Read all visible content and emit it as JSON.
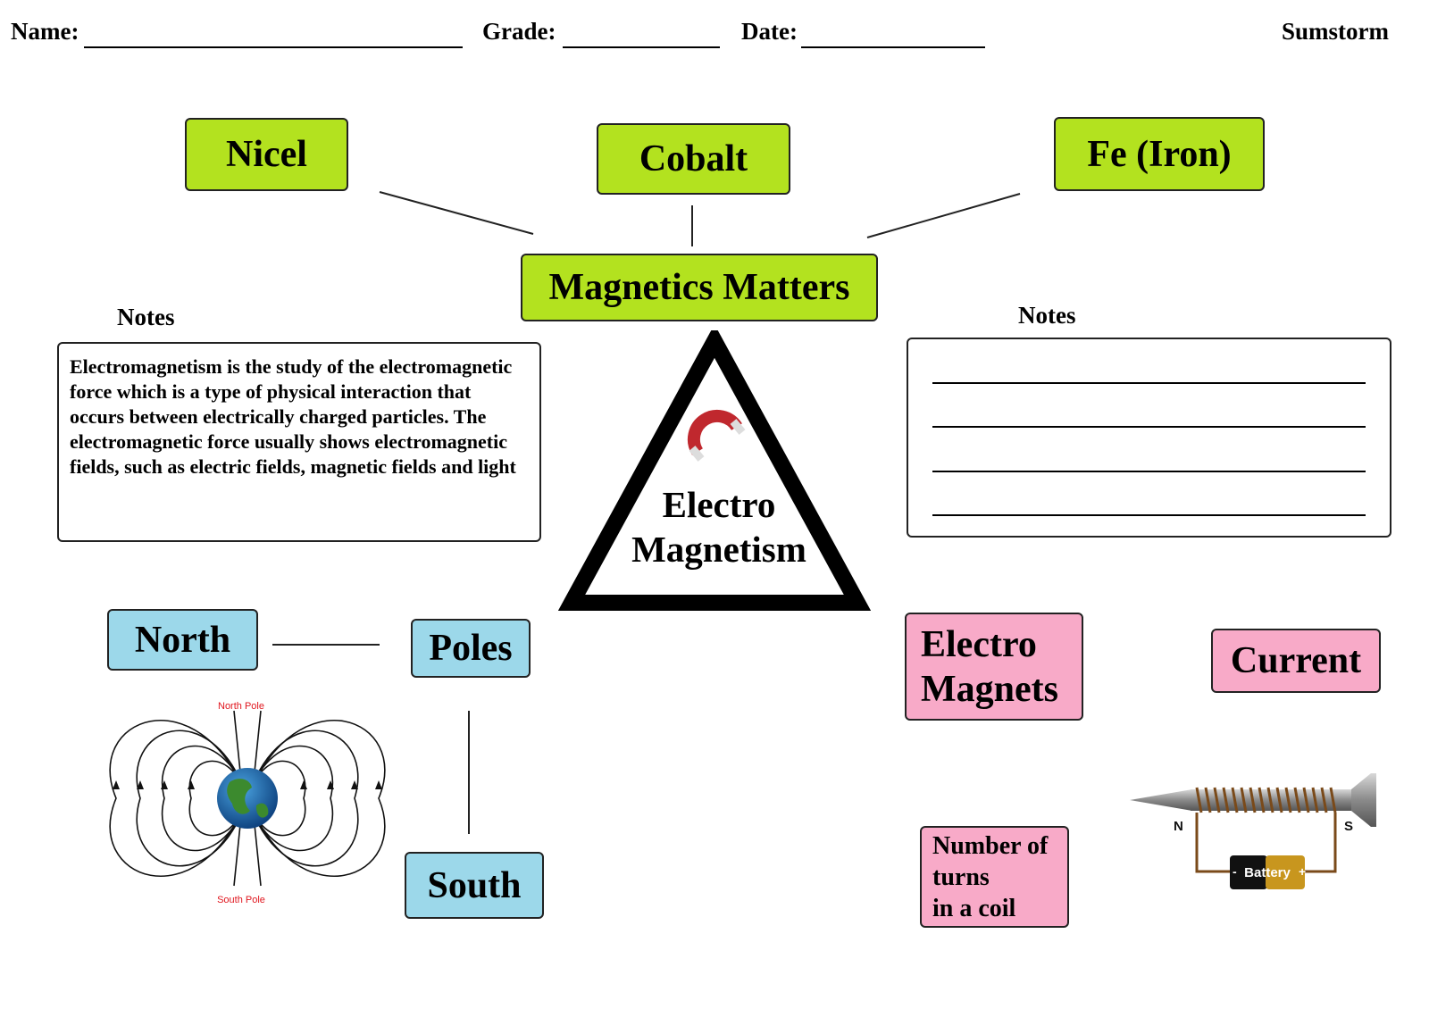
{
  "header": {
    "name_label": "Name:",
    "grade_label": "Grade:",
    "date_label": "Date:",
    "brand": "Sumstorm"
  },
  "top_boxes": {
    "nicel": "Nicel",
    "cobalt": "Cobalt",
    "iron": "Fe (Iron)"
  },
  "title_box": "Magnetics Matters",
  "center": {
    "line1": "Electro",
    "line2": "Magnetism"
  },
  "left_notes": {
    "title": "Notes",
    "text": "Electromagnetism is the study of the electromagnetic force which is a type of physical interaction that occurs between electrically charged particles. The electromagnetic force usually shows electromagnetic fields, such as electric fields, magnetic fields and light"
  },
  "right_notes": {
    "title": "Notes",
    "line_count": 4
  },
  "poles": {
    "north": "North",
    "poles": "Poles",
    "south": "South"
  },
  "earth_figure": {
    "north_label": "North Pole",
    "south_label": "South Pole"
  },
  "electromagnets": {
    "line1": "Electro",
    "line2": "Magnets",
    "current": "Current",
    "turns_line1": "Number of",
    "turns_line2": "turns",
    "turns_line3": "in a coil"
  },
  "nail_figure": {
    "n_label": "N",
    "s_label": "S",
    "battery_label": "Battery",
    "minus": "-",
    "plus": "+"
  },
  "colors": {
    "green": "#b3e21f",
    "blue": "#9cd8ea",
    "pink": "#f8aac8"
  }
}
